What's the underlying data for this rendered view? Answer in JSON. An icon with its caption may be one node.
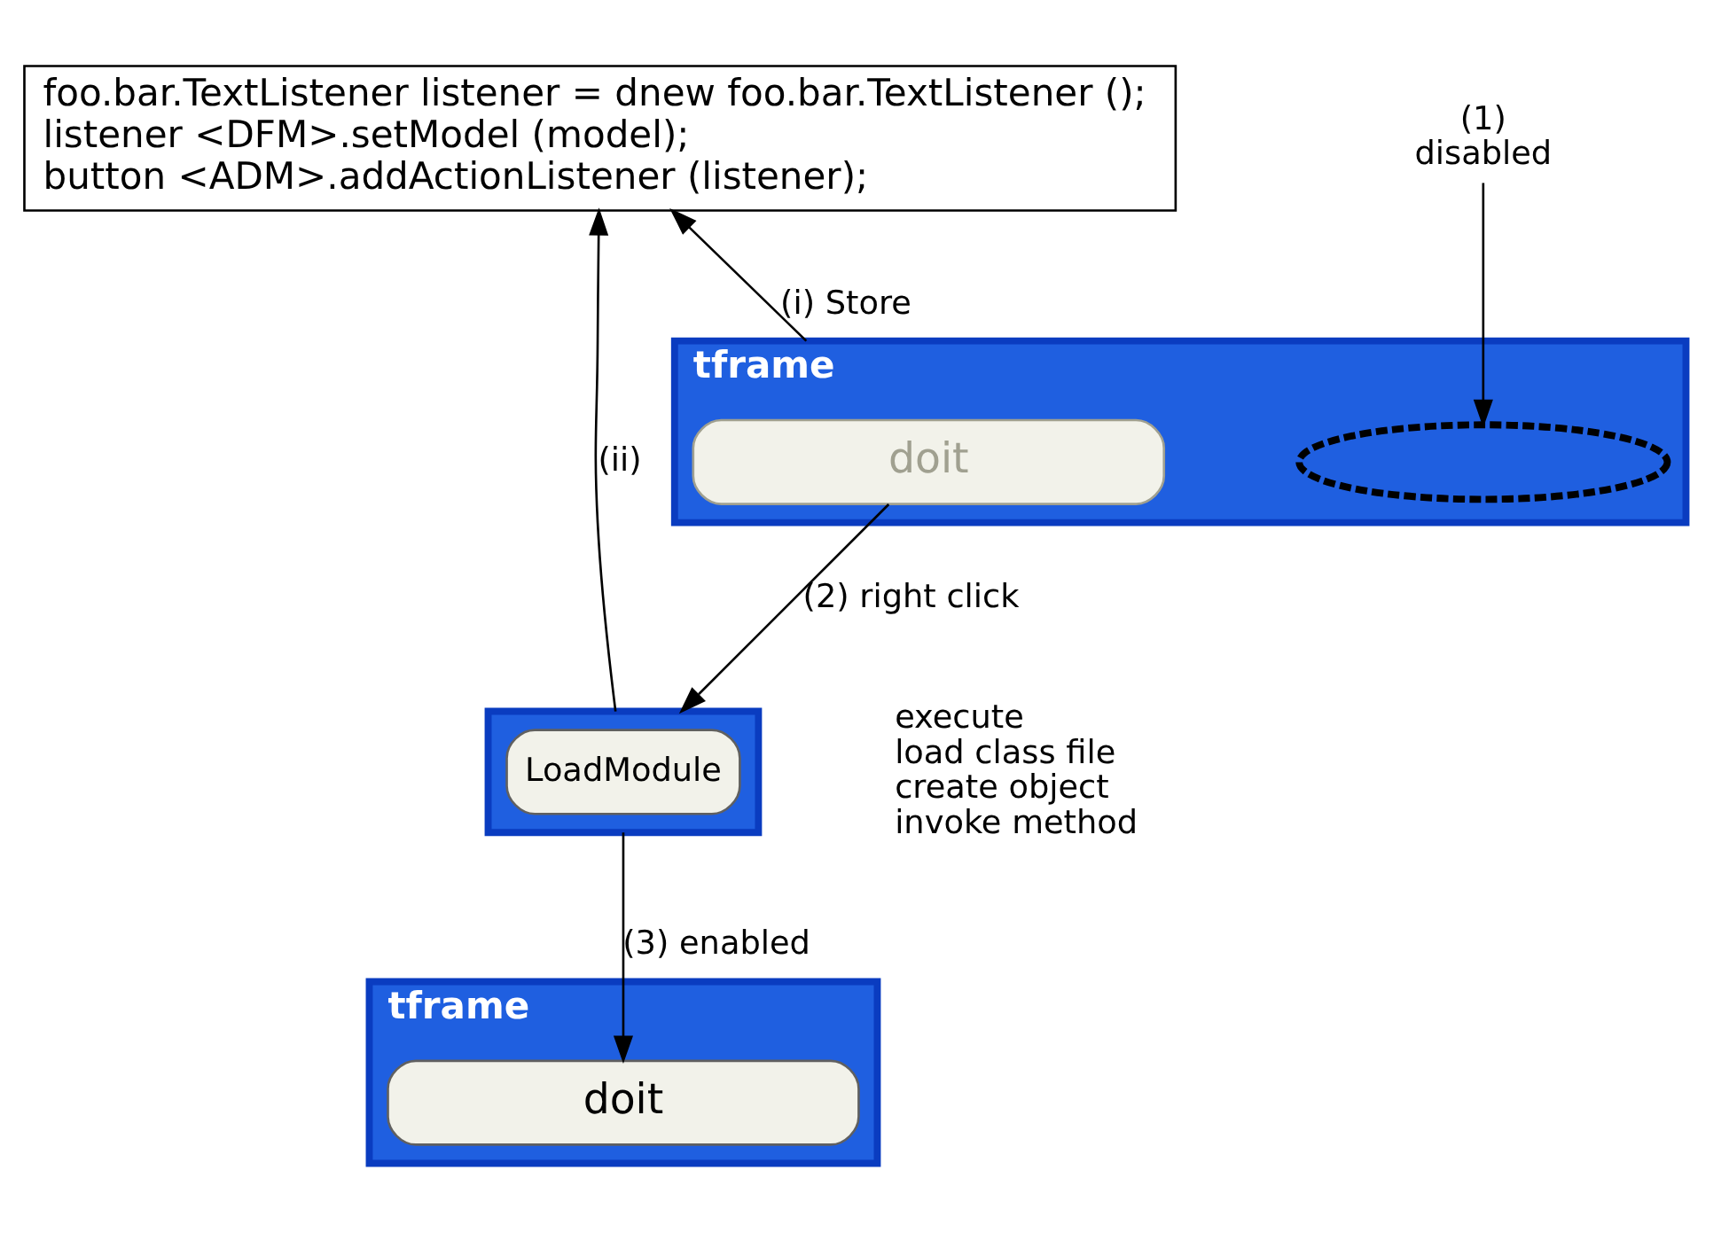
{
  "diagram": {
    "nodes": [
      {
        "text": [
          "foo.bar.TextListener listener = dnew foo.bar.TextListener ();",
          "listener <DFM>.setModel (model);",
          "button <ADM>.addActionListener (listener);"
        ]
      },
      {
        "text": [
          "(1)",
          "disabled"
        ]
      },
      {
        "text": [
          "tframe"
        ]
      },
      {
        "text": [],
        "shape": "ellipse",
        "in": 2
      },
      {
        "text": [
          "doit"
        ],
        "in": 2
      },
      {
        "text": [],
        "shape": "box"
      },
      {
        "text": [
          "LoadModule"
        ],
        "in": 5
      },
      {
        "text": [
          "tframe"
        ]
      },
      {
        "text": [
          "doit"
        ],
        "in": 7
      }
    ],
    "edges": [
      {
        "from": 2,
        "to": 0,
        "arrow": "to",
        "label": "(i) Store"
      },
      {
        "from": 1,
        "to": 3,
        "arrow": "to"
      },
      {
        "from": 4,
        "to": 5,
        "arrow": "to",
        "label": "(2) right click"
      },
      {
        "from": 5,
        "to": 0,
        "arrow": "to",
        "label": "(ii)"
      },
      {
        "from": 5,
        "to": 8,
        "arrow": "to",
        "label": "(3) enabled"
      }
    ],
    "labels": [
      "execute",
      "load class file",
      "create object",
      "invoke method"
    ]
  }
}
